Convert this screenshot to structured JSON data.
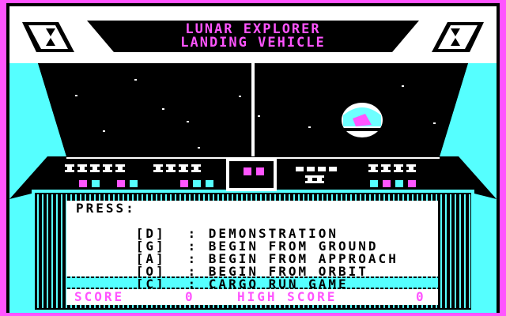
{
  "title": {
    "line1": "LUNAR EXPLORER",
    "line2": "LANDING VEHICLE"
  },
  "menu": {
    "header": "PRESS:",
    "options": [
      {
        "key": "[D]",
        "label": "DEMONSTRATION"
      },
      {
        "key": "[G]",
        "label": "BEGIN FROM GROUND"
      },
      {
        "key": "[A]",
        "label": "BEGIN FROM APPROACH"
      },
      {
        "key": "[O]",
        "label": "BEGIN FROM ORBIT"
      },
      {
        "key": "[C]",
        "label": "CARGO RUN GAME"
      }
    ]
  },
  "score": {
    "label": "SCORE",
    "value": "0"
  },
  "high_score": {
    "label": "HIGH SCORE",
    "value": "0"
  },
  "colors": {
    "magenta": "#ff55ff",
    "cyan": "#55ffff",
    "white": "#ffffff",
    "black": "#000000"
  },
  "icons": [
    "hourglass-icon",
    "earth-icon",
    "star-icon"
  ]
}
